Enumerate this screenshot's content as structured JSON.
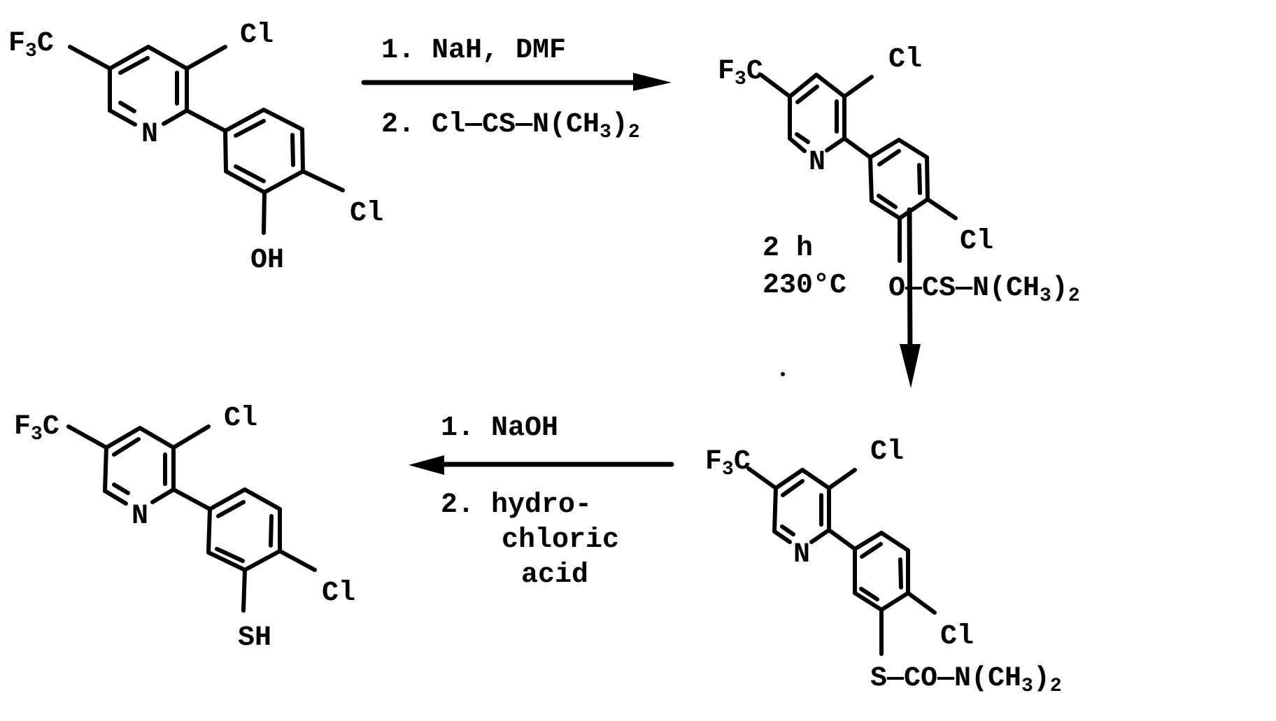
{
  "scheme": {
    "colors": {
      "ink": "#000000",
      "background": "#ffffff"
    },
    "compounds": [
      {
        "id": "starting-material",
        "labels": {
          "cf3": "F3C",
          "cf3_main": "F",
          "cf3_sub": "3",
          "cf3_tail": "C",
          "n": "N",
          "cl_top": "Cl",
          "cl_ring": "Cl",
          "substituent": "OH"
        }
      },
      {
        "id": "o-thiocarbamate",
        "labels": {
          "cf3_main": "F",
          "cf3_sub": "3",
          "cf3_tail": "C",
          "n": "N",
          "cl_top": "Cl",
          "cl_ring": "Cl",
          "sub_a": "O—CS—N(CH",
          "sub_b": "3",
          "sub_c": ")",
          "sub_d": "2"
        }
      },
      {
        "id": "s-thiocarbamate",
        "labels": {
          "cf3_main": "F",
          "cf3_sub": "3",
          "cf3_tail": "C",
          "n": "N",
          "cl_top": "Cl",
          "cl_ring": "Cl",
          "sub_a": "S—CO—N(CH",
          "sub_b": "3",
          "sub_c": ")",
          "sub_d": "2"
        }
      },
      {
        "id": "thiol-product",
        "labels": {
          "cf3_main": "F",
          "cf3_sub": "3",
          "cf3_tail": "C",
          "n": "N",
          "cl_top": "Cl",
          "cl_ring": "Cl",
          "substituent": "SH"
        }
      }
    ],
    "arrows": [
      {
        "id": "step-1",
        "direction": "right",
        "above": "1. NaH, DMF",
        "below_a": "2. Cl—CS—N(CH",
        "below_b": "3",
        "below_c": ")",
        "below_d": "2"
      },
      {
        "id": "step-2",
        "direction": "down",
        "line1": "2 h",
        "line2": "230°C"
      },
      {
        "id": "step-3",
        "direction": "left",
        "above": "1. NaOH",
        "below1": "2. hydro-",
        "below2": "chloric",
        "below3": "acid"
      }
    ]
  }
}
